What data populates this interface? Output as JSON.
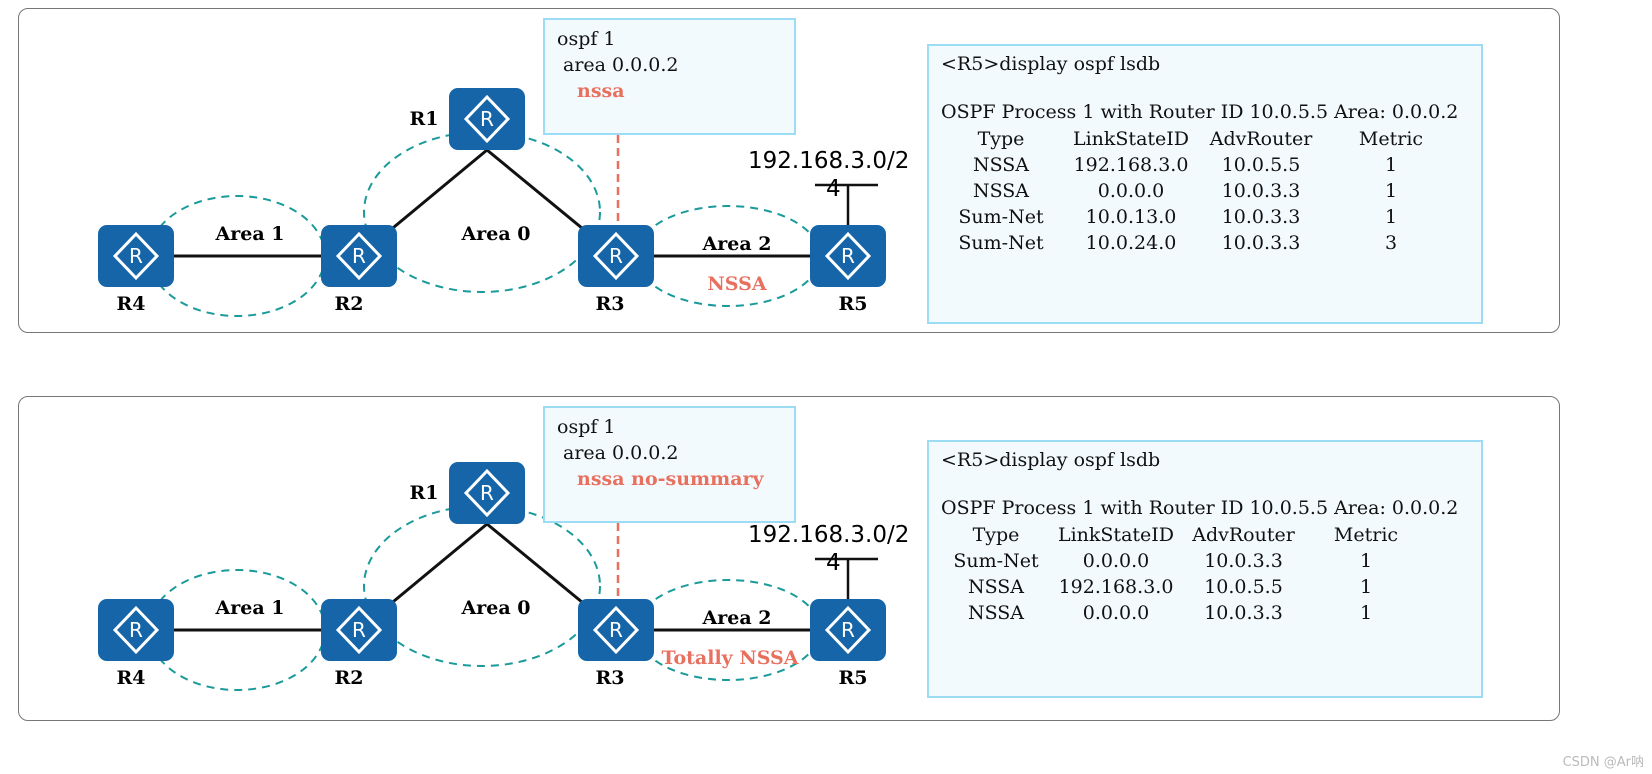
{
  "colors": {
    "router": "#1565a8",
    "area_outline": "#1a9a9a",
    "highlight": "#e8705f",
    "box_border": "#9ddcf5",
    "box_fill": "#f2fafd"
  },
  "panels": [
    {
      "routers": {
        "r1": "R1",
        "r2": "R2",
        "r3": "R3",
        "r4": "R4",
        "r5": "R5"
      },
      "router_icon": "router-icon",
      "areas": {
        "area1": "Area 1",
        "area0": "Area 0",
        "area2": "Area 2",
        "area2_type": "NSSA"
      },
      "network": {
        "line1": "192.168.3.0/2",
        "line2": "4"
      },
      "config": {
        "line1": "ospf 1",
        "line2": "area 0.0.0.2",
        "line3": "nssa"
      },
      "lsdb": {
        "command": "<R5>display  ospf lsdb",
        "process": "OSPF Process 1 with Router ID 10.0.5.5   Area: 0.0.0.2",
        "headers": [
          "Type",
          "LinkStateID",
          "AdvRouter",
          "Metric"
        ],
        "rows": [
          [
            "NSSA",
            "192.168.3.0",
            "10.0.5.5",
            "1"
          ],
          [
            "NSSA",
            "0.0.0.0",
            "10.0.3.3",
            "1"
          ],
          [
            "Sum-Net",
            "10.0.13.0",
            "10.0.3.3",
            "1"
          ],
          [
            "Sum-Net",
            "10.0.24.0",
            "10.0.3.3",
            "3"
          ]
        ]
      }
    },
    {
      "routers": {
        "r1": "R1",
        "r2": "R2",
        "r3": "R3",
        "r4": "R4",
        "r5": "R5"
      },
      "router_icon": "router-icon",
      "areas": {
        "area1": "Area 1",
        "area0": "Area 0",
        "area2": "Area 2",
        "area2_type": "Totally NSSA"
      },
      "network": {
        "line1": "192.168.3.0/2",
        "line2": "4"
      },
      "config": {
        "line1": "ospf 1",
        "line2": "area 0.0.0.2",
        "line3": "nssa no-summary"
      },
      "lsdb": {
        "command": "<R5>display ospf lsdb",
        "process": "OSPF Process 1 with Router ID 10.0.5.5  Area: 0.0.0.2",
        "headers": [
          "Type",
          "LinkStateID",
          "AdvRouter",
          "Metric"
        ],
        "rows": [
          [
            "Sum-Net",
            "0.0.0.0",
            "10.0.3.3",
            "1"
          ],
          [
            "NSSA",
            "192.168.3.0",
            "10.0.5.5",
            "1"
          ],
          [
            "NSSA",
            "0.0.0.0",
            "10.0.3.3",
            "1"
          ]
        ]
      }
    }
  ],
  "watermark": "CSDN @Ar呐"
}
